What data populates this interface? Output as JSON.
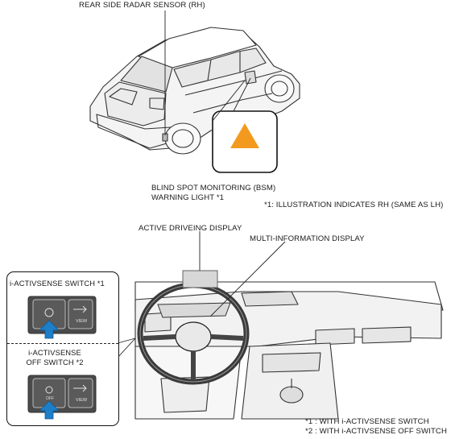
{
  "labels": {
    "radar_sensor": "REAR SIDE RADAR SENSOR (RH)",
    "bsm_line1": "BLIND SPOT MONITORING (BSM)",
    "bsm_line2": "WARNING LIGHT *1",
    "illustration_note": "*1: ILLUSTRATION INDICATES RH (SAME AS LH)",
    "active_driving_display": "ACTIVE DRIVEING DISPLAY",
    "multi_information_display": "MULTI-INFORMATION DISPLAY",
    "switch_on": "i-ACTIVSENSE SWITCH *1",
    "switch_off_line1": "i-ACTIVSENSE",
    "switch_off_line2": "OFF SWITCH *2",
    "view_button": "VIEW",
    "footnote1": "*1 : WITH i-ACTIVSENSE SWITCH",
    "footnote2": "*2 : WITH i-ACTIVSENSE OFF SWITCH"
  },
  "colors": {
    "warning_triangle": "#f39a1e",
    "press_arrow": "#1e7fc9",
    "display_panel": "#d7d7d7"
  },
  "icons": {
    "warning": "warning-triangle-icon",
    "press": "arrow-up-icon"
  }
}
